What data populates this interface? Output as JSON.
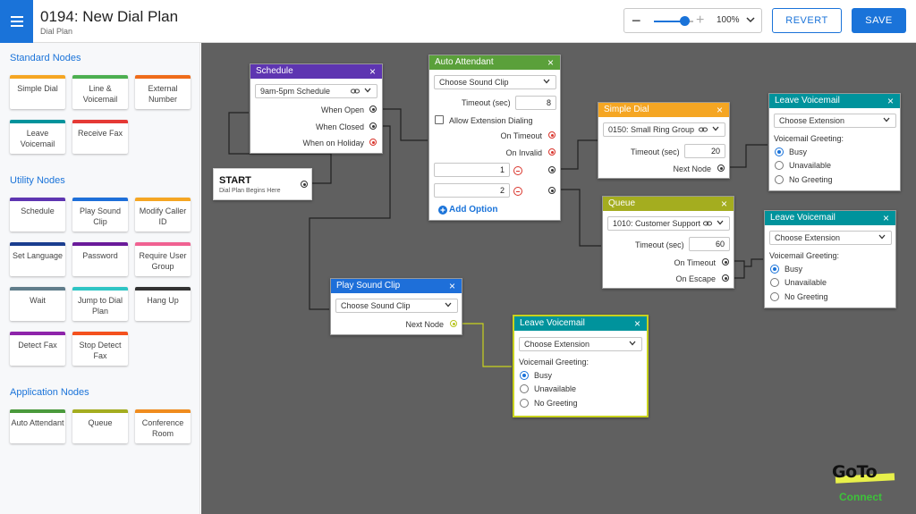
{
  "header": {
    "title": "0194: New Dial Plan",
    "subtitle": "Dial Plan",
    "zoom_minus": "−",
    "zoom_plus": "+",
    "zoom_value": "100%",
    "zoom_level": 0.6,
    "revert_label": "REVERT",
    "save_label": "SAVE"
  },
  "sidebar": {
    "standard_title": "Standard Nodes",
    "standard": [
      {
        "label": "Simple Dial",
        "color": "#f5a623"
      },
      {
        "label": "Line & Voicemail",
        "color": "#4caf50"
      },
      {
        "label": "External Number",
        "color": "#ef6c1a"
      },
      {
        "label": "Leave Voicemail",
        "color": "#00939c"
      },
      {
        "label": "Receive Fax",
        "color": "#e53935"
      }
    ],
    "utility_title": "Utility Nodes",
    "utility": [
      {
        "label": "Schedule",
        "color": "#5e35b1"
      },
      {
        "label": "Play Sound Clip",
        "color": "#1e6fd9"
      },
      {
        "label": "Modify Caller ID",
        "color": "#f5a623"
      },
      {
        "label": "Set Language",
        "color": "#1a3d8f"
      },
      {
        "label": "Password",
        "color": "#6a1b9a"
      },
      {
        "label": "Require User Group",
        "color": "#f06292"
      },
      {
        "label": "Wait",
        "color": "#607d8b"
      },
      {
        "label": "Jump to Dial Plan",
        "color": "#2ec4c4"
      },
      {
        "label": "Hang Up",
        "color": "#333333"
      },
      {
        "label": "Detect Fax",
        "color": "#8e24aa"
      },
      {
        "label": "Stop Detect Fax",
        "color": "#f4511e"
      }
    ],
    "application_title": "Application Nodes",
    "application": [
      {
        "label": "Auto Attendant",
        "color": "#4a9a3c"
      },
      {
        "label": "Queue",
        "color": "#a4ad1f"
      },
      {
        "label": "Conference Room",
        "color": "#f08c1e"
      }
    ]
  },
  "nodes": {
    "start": {
      "title": "START",
      "subtitle": "Dial Plan Begins Here"
    },
    "schedule": {
      "title": "Schedule",
      "select": "9am-5pm Schedule",
      "outputs": [
        "When Open",
        "When Closed",
        "When on Holiday"
      ],
      "color": "#5e35b1"
    },
    "auto_attendant": {
      "title": "Auto Attendant",
      "select": "Choose Sound Clip",
      "timeout_label": "Timeout (sec)",
      "timeout_value": "8",
      "allow_ext_label": "Allow Extension Dialing",
      "on_timeout": "On Timeout",
      "on_invalid": "On Invalid",
      "option1": "1",
      "option2": "2",
      "add_option": "Add Option",
      "color": "#5aa03a"
    },
    "simple_dial": {
      "title": "Simple Dial",
      "select": "0150: Small Ring Group",
      "timeout_label": "Timeout (sec)",
      "timeout_value": "20",
      "next_node": "Next Node",
      "color": "#f5a623"
    },
    "queue": {
      "title": "Queue",
      "select": "1010: Customer Support",
      "timeout_label": "Timeout (sec)",
      "timeout_value": "60",
      "on_timeout": "On Timeout",
      "on_escape": "On Escape",
      "color": "#a4ad1f"
    },
    "play_sound": {
      "title": "Play Sound Clip",
      "select": "Choose Sound Clip",
      "next_node": "Next Node",
      "color": "#1e6fd9"
    },
    "leave_vm_1": {
      "title": "Leave Voicemail",
      "select": "Choose Extension",
      "greeting_label": "Voicemail Greeting:",
      "options": [
        "Busy",
        "Unavailable",
        "No Greeting"
      ]
    },
    "leave_vm_2": {
      "title": "Leave Voicemail",
      "select": "Choose Extension",
      "greeting_label": "Voicemail Greeting:",
      "options": [
        "Busy",
        "Unavailable",
        "No Greeting"
      ]
    },
    "leave_vm_3": {
      "title": "Leave Voicemail",
      "select": "Choose Extension",
      "greeting_label": "Voicemail Greeting:",
      "options": [
        "Busy",
        "Unavailable",
        "No Greeting"
      ]
    }
  },
  "logo": {
    "goto": "GoTo",
    "connect": "Connect"
  },
  "colors": {
    "accent": "#1a73d9",
    "canvas": "#606060",
    "voicemail": "#00939c",
    "highlight": "#c8d21e"
  }
}
